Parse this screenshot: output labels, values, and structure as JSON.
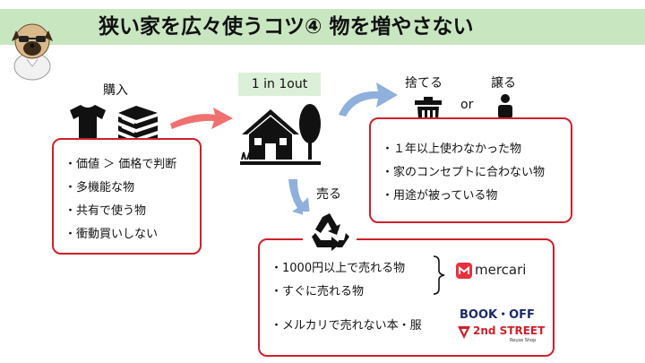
{
  "title": "狭い家を広々使うコツ④ 物を増やさない",
  "purchase": {
    "label": "購入",
    "items": [
      "・価値 ＞ 価格で判断",
      "・多機能な物",
      "・共有で使う物",
      "・衝動買いしない"
    ]
  },
  "house": {
    "label": "1 in 1out"
  },
  "discard": {
    "throw_label": "捨てる",
    "or_label": "or",
    "give_label": "譲る",
    "items": [
      "・１年以上使わなかった物",
      "・家のコンセプトに合わない物",
      "・用途が被っている物"
    ]
  },
  "sell": {
    "label": "売る",
    "items": [
      "・1000円以上で売れる物",
      "・すぐに売れる物",
      "・メルカリで売れない本・服"
    ],
    "brands": {
      "mercari": "mercari",
      "bookoff": "BOOK・OFF",
      "secondstreet": "2nd STREET",
      "secondstreet_sub": "Reuse Shop"
    }
  },
  "colors": {
    "title_bg": "#c8e6c0",
    "box_border": "#d0202a",
    "arrow_red": "#f07070",
    "arrow_blue": "#8fb0dc",
    "tag_bg": "#dcefd8"
  }
}
